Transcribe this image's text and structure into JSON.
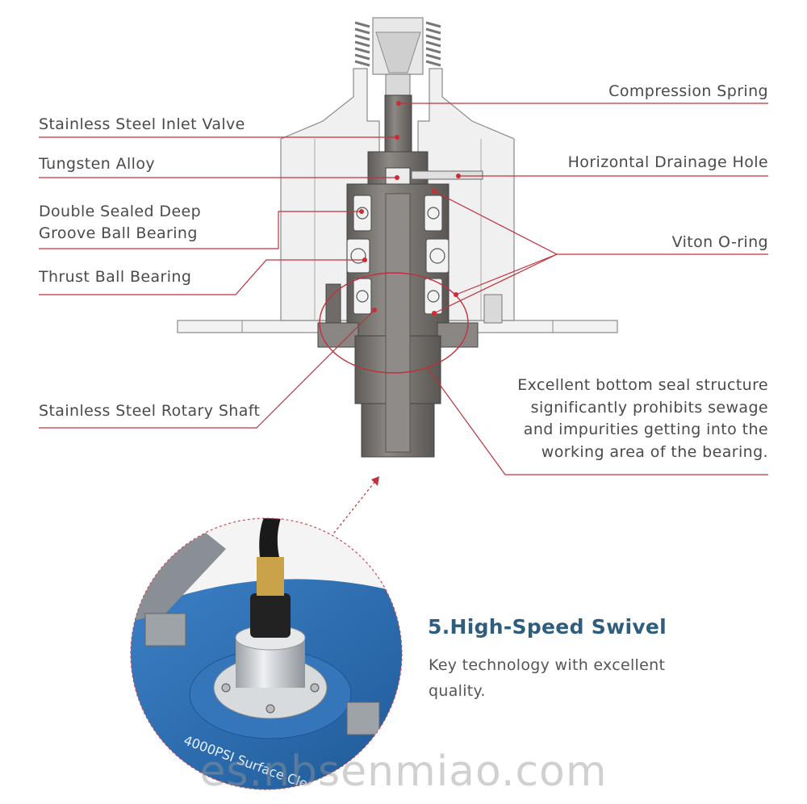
{
  "labels": {
    "compression_spring": "Compression Spring",
    "inlet_valve": "Stainless Steel Inlet Valve",
    "tungsten": "Tungsten Alloy",
    "drainage_hole": "Horizontal Drainage Hole",
    "deep_groove_line1": "Double Sealed Deep",
    "deep_groove_line2": "Groove Ball Bearing",
    "viton": "Viton O-ring",
    "thrust": "Thrust Ball Bearing",
    "rotary_shaft": "Stainless Steel Rotary Shaft"
  },
  "bottom_seal": {
    "line1": "Excellent bottom seal structure",
    "line2": "significantly prohibits sewage",
    "line3": "and impurities getting into the",
    "line4": "working area of the bearing."
  },
  "feature": {
    "title": "5.High-Speed Swivel",
    "description": "Key technology with excellent quality."
  },
  "photo": {
    "product_text": "4000PSI Surface Cle"
  },
  "watermark": "es.nbsenmiao.com",
  "colors": {
    "leader": "#c0303a",
    "metal_dark": "#7a7672",
    "metal_light": "#e8e8e8",
    "blue_deck": "#2b6cb0",
    "title_blue": "#2f5d7e"
  }
}
